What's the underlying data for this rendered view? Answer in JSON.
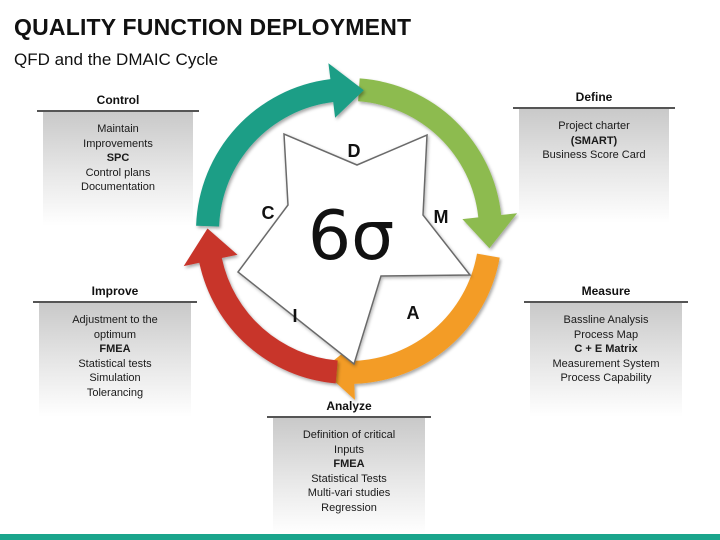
{
  "title": "QUALITY FUNCTION DEPLOYMENT",
  "subtitle": "QFD and the DMAIC Cycle",
  "center_symbol": "6σ",
  "phases": {
    "define": {
      "letter": "D",
      "heading": "Define",
      "lines": [
        {
          "text": "Project charter",
          "bold": false
        },
        {
          "text": "(SMART)",
          "bold": true
        },
        {
          "text": "Business Score Card",
          "bold": false
        }
      ]
    },
    "measure": {
      "letter": "M",
      "heading": "Measure",
      "lines": [
        {
          "text": "Bassline Analysis",
          "bold": false
        },
        {
          "text": "Process Map",
          "bold": false
        },
        {
          "text": "C + E Matrix",
          "bold": true
        },
        {
          "text": "Measurement System",
          "bold": false
        },
        {
          "text": "Process Capability",
          "bold": false
        }
      ]
    },
    "analyze": {
      "letter": "A",
      "heading": "Analyze",
      "lines": [
        {
          "text": "Definition of critical",
          "bold": false
        },
        {
          "text": "Inputs",
          "bold": false
        },
        {
          "text": "FMEA",
          "bold": true
        },
        {
          "text": "Statistical Tests",
          "bold": false
        },
        {
          "text": "Multi-vari studies",
          "bold": false
        },
        {
          "text": "Regression",
          "bold": false
        }
      ]
    },
    "improve": {
      "letter": "I",
      "heading": "Improve",
      "lines": [
        {
          "text": "Adjustment to the",
          "bold": false
        },
        {
          "text": "optimum",
          "bold": false
        },
        {
          "text": "FMEA",
          "bold": true
        },
        {
          "text": "Statistical tests",
          "bold": false
        },
        {
          "text": "Simulation",
          "bold": false
        },
        {
          "text": "Tolerancing",
          "bold": false
        }
      ]
    },
    "control": {
      "letter": "C",
      "heading": "Control",
      "lines": [
        {
          "text": "Maintain",
          "bold": false
        },
        {
          "text": "Improvements",
          "bold": false
        },
        {
          "text": "SPC",
          "bold": true
        },
        {
          "text": "Control plans",
          "bold": false
        },
        {
          "text": "Documentation",
          "bold": false
        }
      ]
    }
  },
  "colors": {
    "green_arrow": "#8dbb4f",
    "orange_arrow": "#f39c25",
    "red_arrow": "#c8342b",
    "teal_arrow": "#1a9e86",
    "footer": "#1aa58c",
    "star_stroke": "#6b6b6b"
  }
}
